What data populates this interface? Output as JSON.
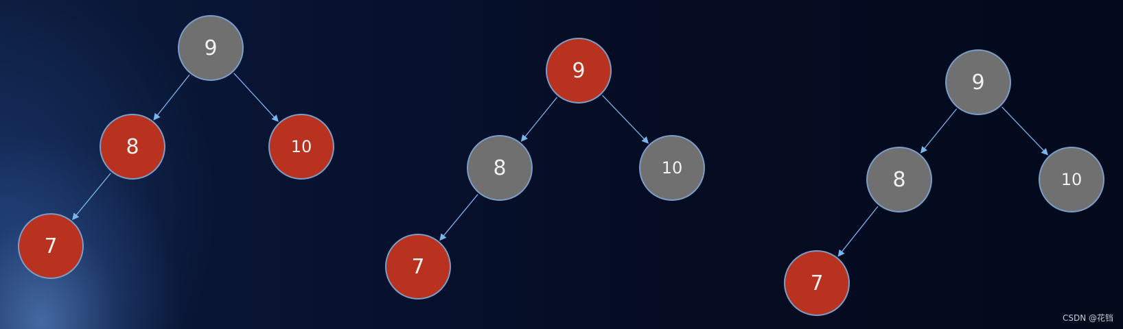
{
  "title_fragment": "",
  "watermark": "CSDN @花铛",
  "colors": {
    "red": "#b8321f",
    "gray": "#707070",
    "edge": "#7ab6ee",
    "border": "#7a9ec8"
  },
  "trees": [
    {
      "nodes": [
        {
          "id": "t1-9",
          "label": "9",
          "color": "gray"
        },
        {
          "id": "t1-8",
          "label": "8",
          "color": "red"
        },
        {
          "id": "t1-10",
          "label": "10",
          "color": "red"
        },
        {
          "id": "t1-7",
          "label": "7",
          "color": "red"
        }
      ],
      "edges": [
        [
          "t1-9",
          "t1-8"
        ],
        [
          "t1-9",
          "t1-10"
        ],
        [
          "t1-8",
          "t1-7"
        ]
      ]
    },
    {
      "nodes": [
        {
          "id": "t2-9",
          "label": "9",
          "color": "red"
        },
        {
          "id": "t2-8",
          "label": "8",
          "color": "gray"
        },
        {
          "id": "t2-10",
          "label": "10",
          "color": "gray"
        },
        {
          "id": "t2-7",
          "label": "7",
          "color": "red"
        }
      ],
      "edges": [
        [
          "t2-9",
          "t2-8"
        ],
        [
          "t2-9",
          "t2-10"
        ],
        [
          "t2-8",
          "t2-7"
        ]
      ]
    },
    {
      "nodes": [
        {
          "id": "t3-9",
          "label": "9",
          "color": "gray"
        },
        {
          "id": "t3-8",
          "label": "8",
          "color": "gray"
        },
        {
          "id": "t3-10",
          "label": "10",
          "color": "gray"
        },
        {
          "id": "t3-7",
          "label": "7",
          "color": "red"
        }
      ],
      "edges": [
        [
          "t3-9",
          "t3-8"
        ],
        [
          "t3-9",
          "t3-10"
        ],
        [
          "t3-8",
          "t3-7"
        ]
      ]
    }
  ]
}
